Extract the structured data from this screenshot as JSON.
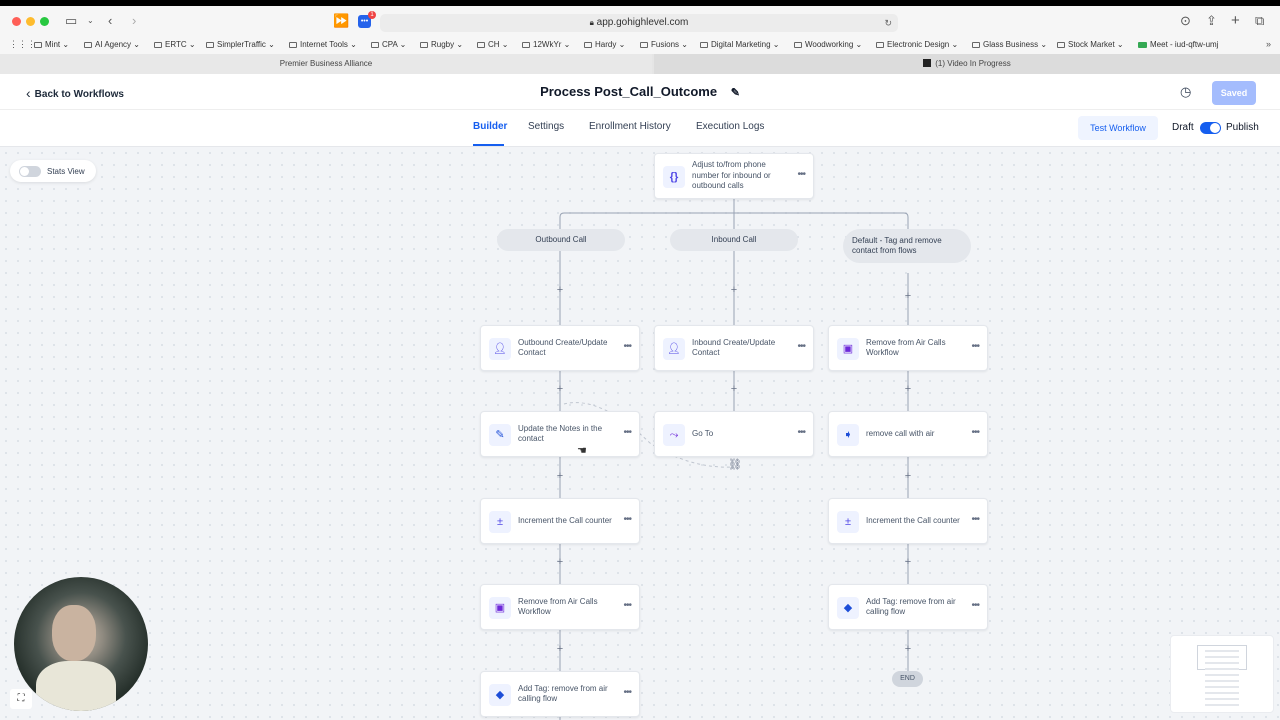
{
  "browser": {
    "url": "app.gohighlevel.com",
    "extension_badge": "1",
    "bookmarks": [
      "Mint",
      "AI Agency",
      "ERTC",
      "SimplerTraffic",
      "Internet Tools",
      "CPA",
      "Rugby",
      "CH",
      "12WkYr",
      "Hardy",
      "Fusions",
      "Digital Marketing",
      "Woodworking",
      "Electronic Design",
      "Glass Business",
      "Stock Market",
      "Meet - iud-qftw-umj"
    ],
    "tabs": [
      "Premier Business Alliance",
      "(1) Video In Progress"
    ]
  },
  "header": {
    "back_label": "Back to Workflows",
    "title": "Process Post_Call_Outcome",
    "saved_label": "Saved"
  },
  "nav": {
    "tabs": [
      "Builder",
      "Settings",
      "Enrollment History",
      "Execution Logs"
    ],
    "active_tab": "Builder",
    "test_label": "Test Workflow",
    "draft_label": "Draft",
    "publish_label": "Publish"
  },
  "canvas": {
    "stats_view_label": "Stats View",
    "top_node": "Adjust to/from phone number for inbound or outbound calls",
    "branches": [
      "Outbound Call",
      "Inbound Call",
      "Default - Tag and remove contact from flows"
    ],
    "outbound": [
      {
        "label": "Outbound Create/Update Contact",
        "icon": "contact-icon"
      },
      {
        "label": "Update the Notes in the contact",
        "icon": "notes-icon"
      },
      {
        "label": "Increment the Call counter",
        "icon": "math-icon"
      },
      {
        "label": "Remove from Air Calls Workflow",
        "icon": "workflow-icon"
      },
      {
        "label": "Add Tag: remove from air calling flow",
        "icon": "tag-icon"
      }
    ],
    "inbound": [
      {
        "label": "Inbound Create/Update Contact",
        "icon": "contact-icon"
      },
      {
        "label": "Go To",
        "icon": "goto-icon"
      }
    ],
    "default": [
      {
        "label": "Remove from Air Calls Workflow",
        "icon": "workflow-icon"
      },
      {
        "label": "remove call with air",
        "icon": "remove-icon"
      },
      {
        "label": "Increment the Call counter",
        "icon": "math-icon"
      },
      {
        "label": "Add Tag: remove from air calling flow",
        "icon": "tag-icon"
      }
    ],
    "end_label": "END"
  },
  "colors": {
    "accent": "#155eef",
    "saved_button": "#a4bcfd",
    "branch_pill": "#e4e7ec"
  }
}
